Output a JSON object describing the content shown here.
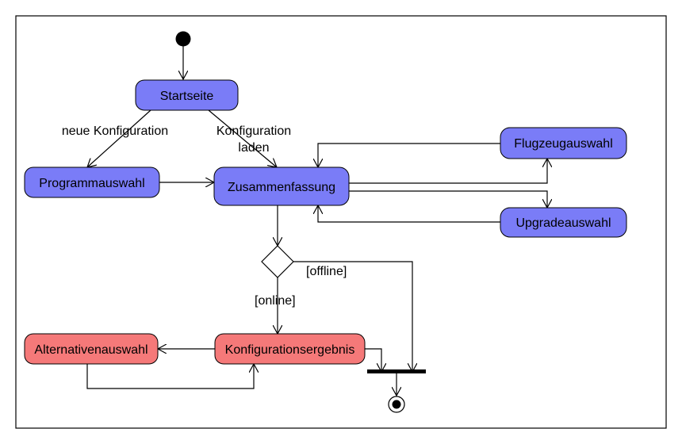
{
  "colors": {
    "blue_node_fill": "#7a7cf7",
    "red_node_fill": "#f57979",
    "stroke": "#000000",
    "background": "#ffffff"
  },
  "nodes": {
    "startseite": "Startseite",
    "programmauswahl": "Programmauswahl",
    "zusammenfassung": "Zusammenfassung",
    "flugzeugauswahl": "Flugzeugauswahl",
    "upgradeauswahl": "Upgradeauswahl",
    "konfigurationsergebnis": "Konfigurationsergebnis",
    "alternativenauswahl": "Alternativenauswahl"
  },
  "edge_labels": {
    "neue_konfiguration": "neue Konfiguration",
    "konfiguration_laden_line1": "Konfiguration",
    "konfiguration_laden_line2": "laden",
    "offline": "[offline]",
    "online": "[online]"
  }
}
